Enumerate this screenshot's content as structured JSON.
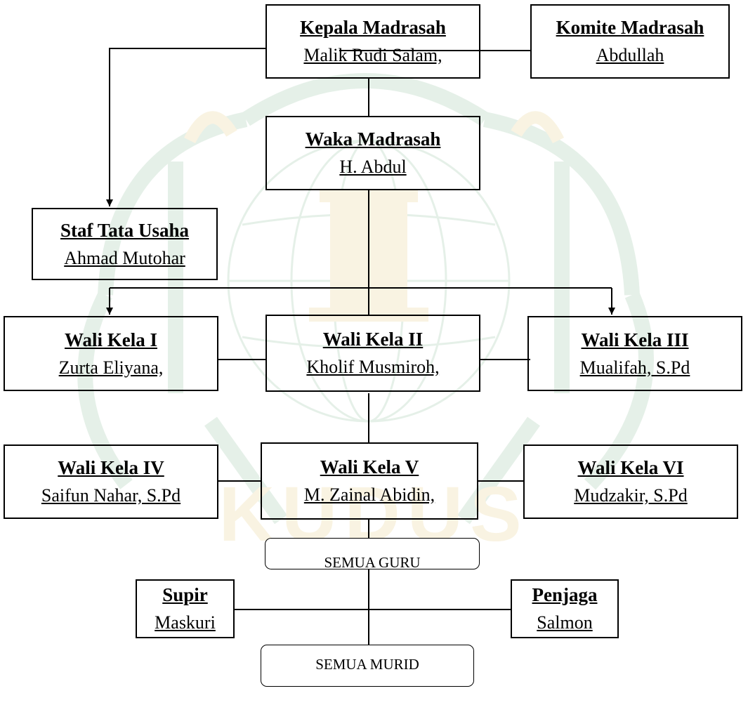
{
  "nodes": {
    "kepala": {
      "title": "Kepala Madrasah",
      "name": "Malik Rudi Salam,"
    },
    "komite": {
      "title": "Komite Madrasah",
      "name": "Abdullah"
    },
    "waka": {
      "title": "Waka Madrasah",
      "name": "H. Abdul"
    },
    "staf": {
      "title": "Staf Tata Usaha",
      "name": "Ahmad Mutohar"
    },
    "wali1": {
      "title": "Wali Kela I",
      "name": "Zurta Eliyana,"
    },
    "wali2": {
      "title": "Wali Kela II",
      "name": "Kholif Musmiroh,"
    },
    "wali3": {
      "title": "Wali Kela III",
      "name": "Mualifah, S.Pd"
    },
    "wali4": {
      "title": "Wali Kela IV",
      "name": "Saifun Nahar, S.Pd"
    },
    "wali5": {
      "title": "Wali Kela V",
      "name": "M. Zainal Abidin,"
    },
    "wali6": {
      "title": "Wali Kela VI",
      "name": "Mudzakir, S.Pd"
    },
    "supir": {
      "title": "Supir",
      "name": "Maskuri"
    },
    "penjaga": {
      "title": "Penjaga",
      "name": "Salmon"
    }
  },
  "pills": {
    "guru": "SEMUA GURU",
    "murid": "SEMUA MURID"
  },
  "colors": {
    "line": "#000000",
    "watermark_green": "#3f8f55",
    "watermark_gold": "#d4a62a"
  }
}
